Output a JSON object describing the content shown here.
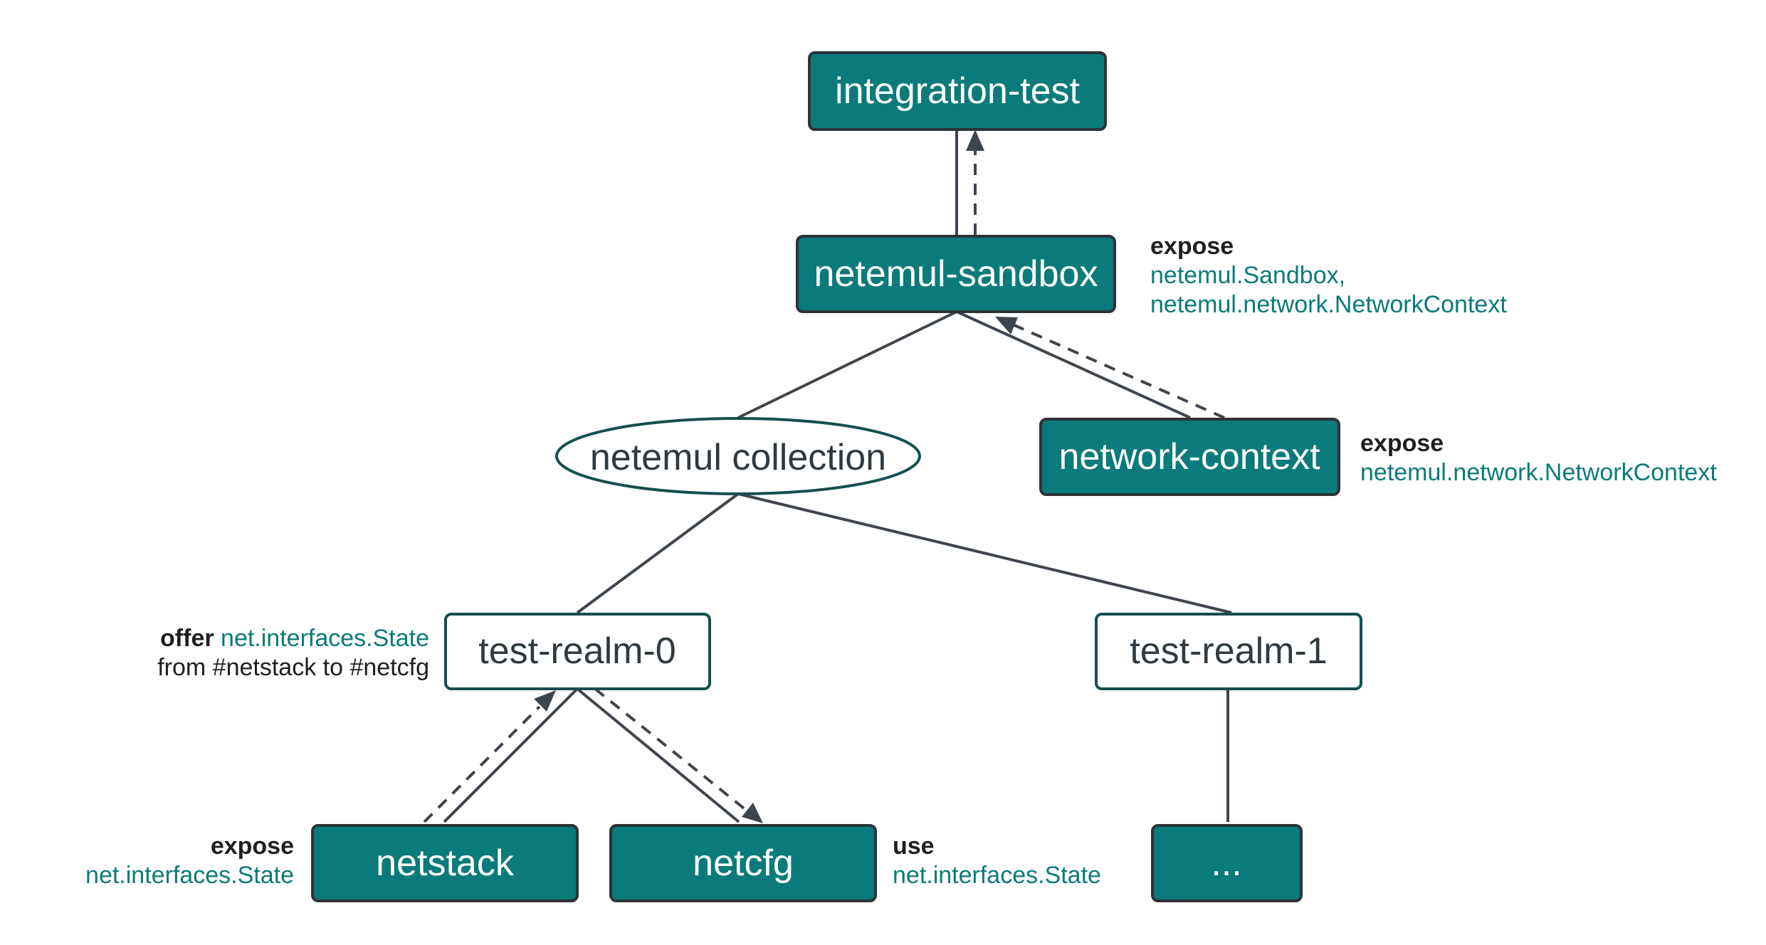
{
  "colors": {
    "node_fill": "#0b7a7a",
    "node_border": "#2d3438",
    "light_fill": "#ffffff",
    "light_border": "#14504f",
    "edge": "#3f454f",
    "capability_text": "#0b7a7a",
    "keyword_text": "#1f1f1f"
  },
  "nodes": {
    "integration_test": "integration-test",
    "netemul_sandbox": "netemul-sandbox",
    "netemul_collection": "netemul collection",
    "network_context": "network-context",
    "test_realm_0": "test-realm-0",
    "test_realm_1": "test-realm-1",
    "netstack": "netstack",
    "netcfg": "netcfg",
    "ellipsis": "..."
  },
  "annotations": {
    "sandbox_expose": {
      "keyword": "expose",
      "line1": "netemul.Sandbox,",
      "line2": "netemul.network.NetworkContext"
    },
    "network_context_expose": {
      "keyword": "expose",
      "line1": "netemul.network.NetworkContext"
    },
    "realm_offer": {
      "keyword": "offer",
      "capability": "net.interfaces.State",
      "line2": "from #netstack to #netcfg"
    },
    "netstack_expose": {
      "keyword": "expose",
      "line1": "net.interfaces.State"
    },
    "netcfg_use": {
      "keyword": "use",
      "line1": "net.interfaces.State"
    }
  }
}
